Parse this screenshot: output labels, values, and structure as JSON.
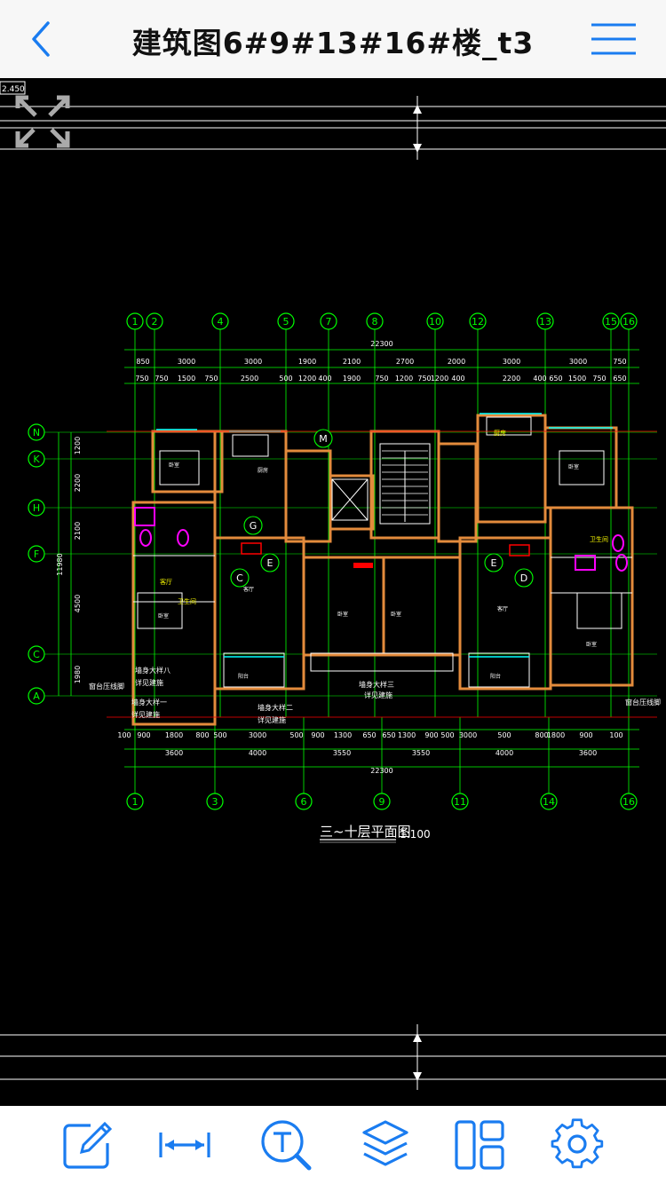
{
  "header": {
    "title": "建筑图6#9#13#16#楼_t3"
  },
  "drawing": {
    "top_left_label": "2.450",
    "plan_title": "三~十层平面图",
    "plan_scale": "1:100",
    "overall_width": "22300",
    "overall_depth": "11980",
    "top_axes": [
      "1",
      "2",
      "4",
      "5",
      "7",
      "8",
      "10",
      "12",
      "13",
      "15",
      "16"
    ],
    "bottom_axes": [
      "1",
      "3",
      "6",
      "9",
      "11",
      "14",
      "16"
    ],
    "left_axes": [
      "N",
      "K",
      "H",
      "F",
      "C",
      "A"
    ],
    "top_dims_row1": [
      "850",
      "3000",
      "3000",
      "1900",
      "2100",
      "2700",
      "2000",
      "3000",
      "3000",
      "750"
    ],
    "top_dims_row2": [
      "750",
      "750",
      "1500",
      "750",
      "2500",
      "500",
      "1200",
      "400",
      "1900",
      "750",
      "1200",
      "750",
      "1200",
      "400",
      "2200",
      "400",
      "650",
      "1500",
      "750",
      "650"
    ],
    "bottom_dims_row1": [
      "100",
      "900",
      "1800",
      "800",
      "500",
      "3000",
      "500",
      "900",
      "1300",
      "650",
      "650",
      "1300",
      "900",
      "500",
      "3000",
      "500",
      "800",
      "1800",
      "900",
      "100"
    ],
    "bottom_dims_row2": [
      "3600",
      "4000",
      "3550",
      "3550",
      "4000",
      "3600"
    ],
    "left_dims": [
      "1200",
      "2200",
      "2100",
      "4500",
      "1980"
    ],
    "unit_labels": [
      "C",
      "D",
      "E",
      "E",
      "G",
      "M"
    ],
    "notes": [
      "墙身大样八",
      "详见建施",
      "墙身大样一",
      "详见建施",
      "墙身大样二",
      "详见建施",
      "墙身大样三",
      "详见建施",
      "窗台压线脚",
      "窗台压线脚"
    ]
  },
  "toolbar": {
    "tools": [
      {
        "name": "edit-icon"
      },
      {
        "name": "measure-icon"
      },
      {
        "name": "text-search-icon"
      },
      {
        "name": "layers-icon"
      },
      {
        "name": "layout-icon"
      },
      {
        "name": "settings-icon"
      }
    ]
  },
  "colors": {
    "accent": "#1a7cf0",
    "cad_green": "#00ff00",
    "cad_white": "#ffffff",
    "cad_orange": "#e38b3c",
    "cad_magenta": "#ff00ff",
    "cad_cyan": "#00ffff",
    "cad_yellow": "#ffff00",
    "cad_red": "#ff0000"
  }
}
